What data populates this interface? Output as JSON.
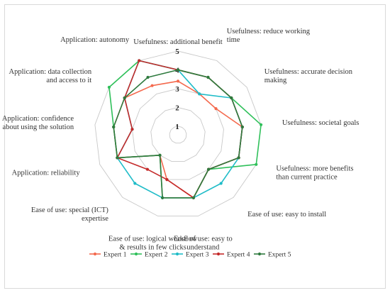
{
  "chart_data": {
    "type": "radar",
    "title": "",
    "rlim": [
      1,
      5
    ],
    "ticks": [
      "1",
      "2",
      "3",
      "4",
      "5"
    ],
    "grid": true,
    "legend_position": "bottom",
    "categories": [
      "Usefulness: additional benefit",
      "Usefulness: reduce working time",
      "Usefulness: accurate decision making",
      "Usefulness: societal goals",
      "Usefulness: more benefits than current practice",
      "Ease of use: easy to install",
      "Ease of use: easy to understand",
      "Ease of use: logical workflow & results in few clicks",
      "Ease of use: special (ICT) expertise",
      "Application: reliability",
      "Application: confidence about using the solution",
      "Application: data collection and access to it",
      "Application: autonomy"
    ],
    "category_labels": [
      [
        "Usefulness: additional benefit"
      ],
      [
        "Usefulness: reduce working",
        "time"
      ],
      [
        "Usefulness: accurate decision",
        "making"
      ],
      [
        "Usefulness: societal goals"
      ],
      [
        "Usefulness: more benefits",
        "than current practice"
      ],
      [
        "Ease of use: easy to install"
      ],
      [
        "Ease of use: easy to",
        "understand"
      ],
      [
        "Ease of use: logical workflow",
        "& results in few clicks"
      ],
      [
        "Ease of use: special (ICT)",
        "expertise"
      ],
      [
        "Application: reliability"
      ],
      [
        "Application: confidence",
        "about using the solution"
      ],
      [
        "Application: data collection",
        "and access to it"
      ],
      [
        "Application: autonomy"
      ]
    ],
    "series": [
      {
        "name": "Expert 1",
        "color": "#f4694d",
        "values": [
          3.4,
          3,
          3,
          4,
          4,
          3,
          4,
          3,
          2,
          4,
          4,
          4,
          3.5
        ]
      },
      {
        "name": "Expert 2",
        "color": "#2fc05a",
        "values": [
          4,
          4,
          4,
          5,
          5,
          3,
          4,
          4,
          2,
          4,
          4,
          5,
          5
        ]
      },
      {
        "name": "Expert 3",
        "color": "#1fbcc8",
        "values": [
          4,
          3,
          4,
          4,
          4,
          4,
          4,
          4,
          4,
          4,
          3,
          4,
          5
        ]
      },
      {
        "name": "Expert 4",
        "color": "#c42a2a",
        "values": [
          4,
          4,
          4,
          4,
          4,
          3,
          4,
          3,
          3,
          4,
          3,
          4,
          5
        ]
      },
      {
        "name": "Expert 5",
        "color": "#2e7a3e",
        "values": [
          4,
          4,
          4,
          4,
          4,
          3,
          4,
          4,
          2,
          4,
          4,
          4,
          4
        ]
      }
    ]
  }
}
